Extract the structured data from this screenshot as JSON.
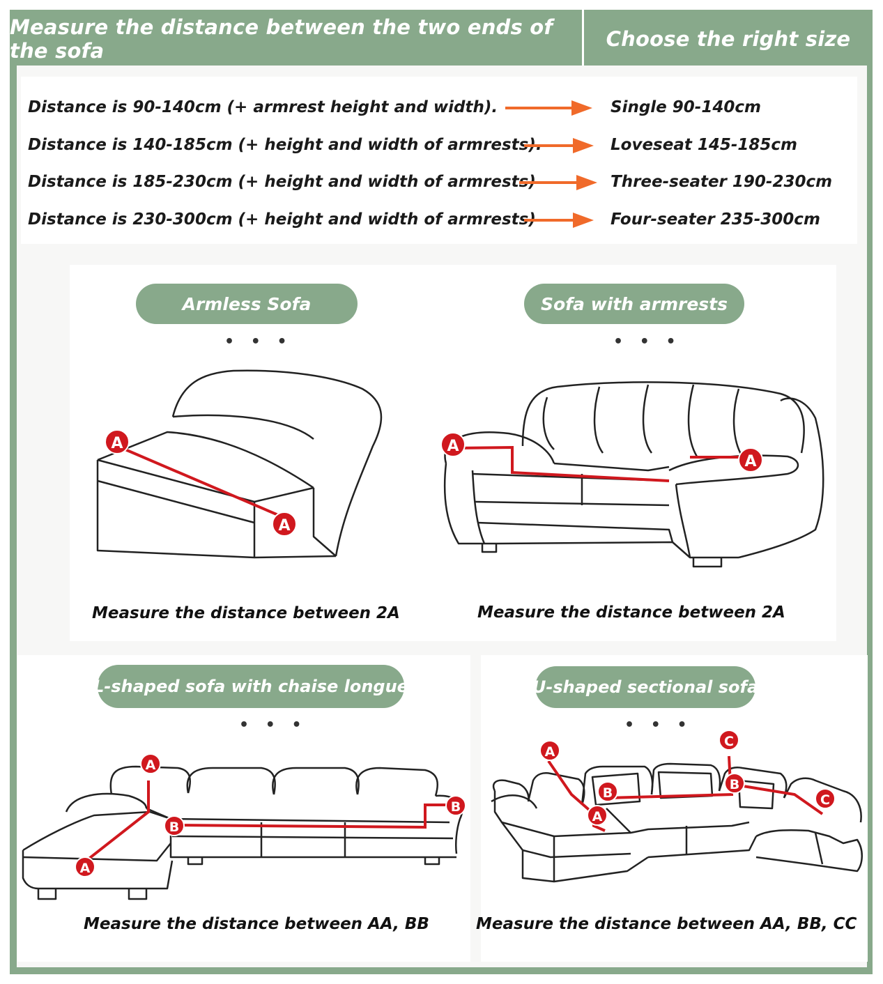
{
  "header": {
    "left_title": "Measure the distance between the two ends of the sofa",
    "right_title": "Choose the right size"
  },
  "sizes": [
    {
      "distance": "Distance is 90-140cm (+ armrest height and width).",
      "result": "Single 90-140cm"
    },
    {
      "distance": "Distance is 140-185cm (+ height and width of armrests).",
      "result": "Loveseat 145-185cm"
    },
    {
      "distance": "Distance is 185-230cm (+ height and width of armrests)",
      "result": "Three-seater 190-230cm"
    },
    {
      "distance": "Distance is 230-300cm (+ height and width of armrests)",
      "result": "Four-seater 235-300cm"
    }
  ],
  "panels": {
    "armless": {
      "label": "Armless Sofa",
      "dots": "• • •",
      "caption": "Measure the distance between 2A"
    },
    "armrests": {
      "label": "Sofa with armrests",
      "dots": "• • •",
      "caption": "Measure the distance between 2A"
    },
    "lshape": {
      "label": "L-shaped sofa with chaise longue",
      "dots": "• • •",
      "caption": "Measure the distance between AA, BB"
    },
    "ushape": {
      "label": "U-shaped sectional sofa",
      "dots": "• • •",
      "caption": "Measure the distance between AA, BB, CC"
    }
  },
  "markers": {
    "a": "A",
    "b": "B",
    "c": "C"
  },
  "colors": {
    "green": "#88a98b",
    "arrow": "#f06a2a",
    "measure_red": "#d0181e"
  }
}
